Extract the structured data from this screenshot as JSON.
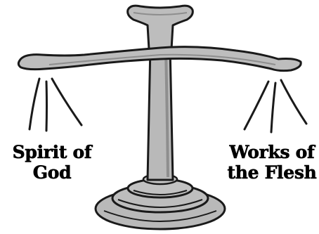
{
  "labels": {
    "left": {
      "line1": "Spirit of",
      "line2": "God"
    },
    "right": {
      "line1": "Works of",
      "line2": "the Flesh"
    }
  },
  "colors": {
    "metal": "#b9b9b9",
    "metal_dark": "#8e8e8e",
    "outline": "#1a1a1a",
    "text": "#000000",
    "background": "#ffffff"
  }
}
